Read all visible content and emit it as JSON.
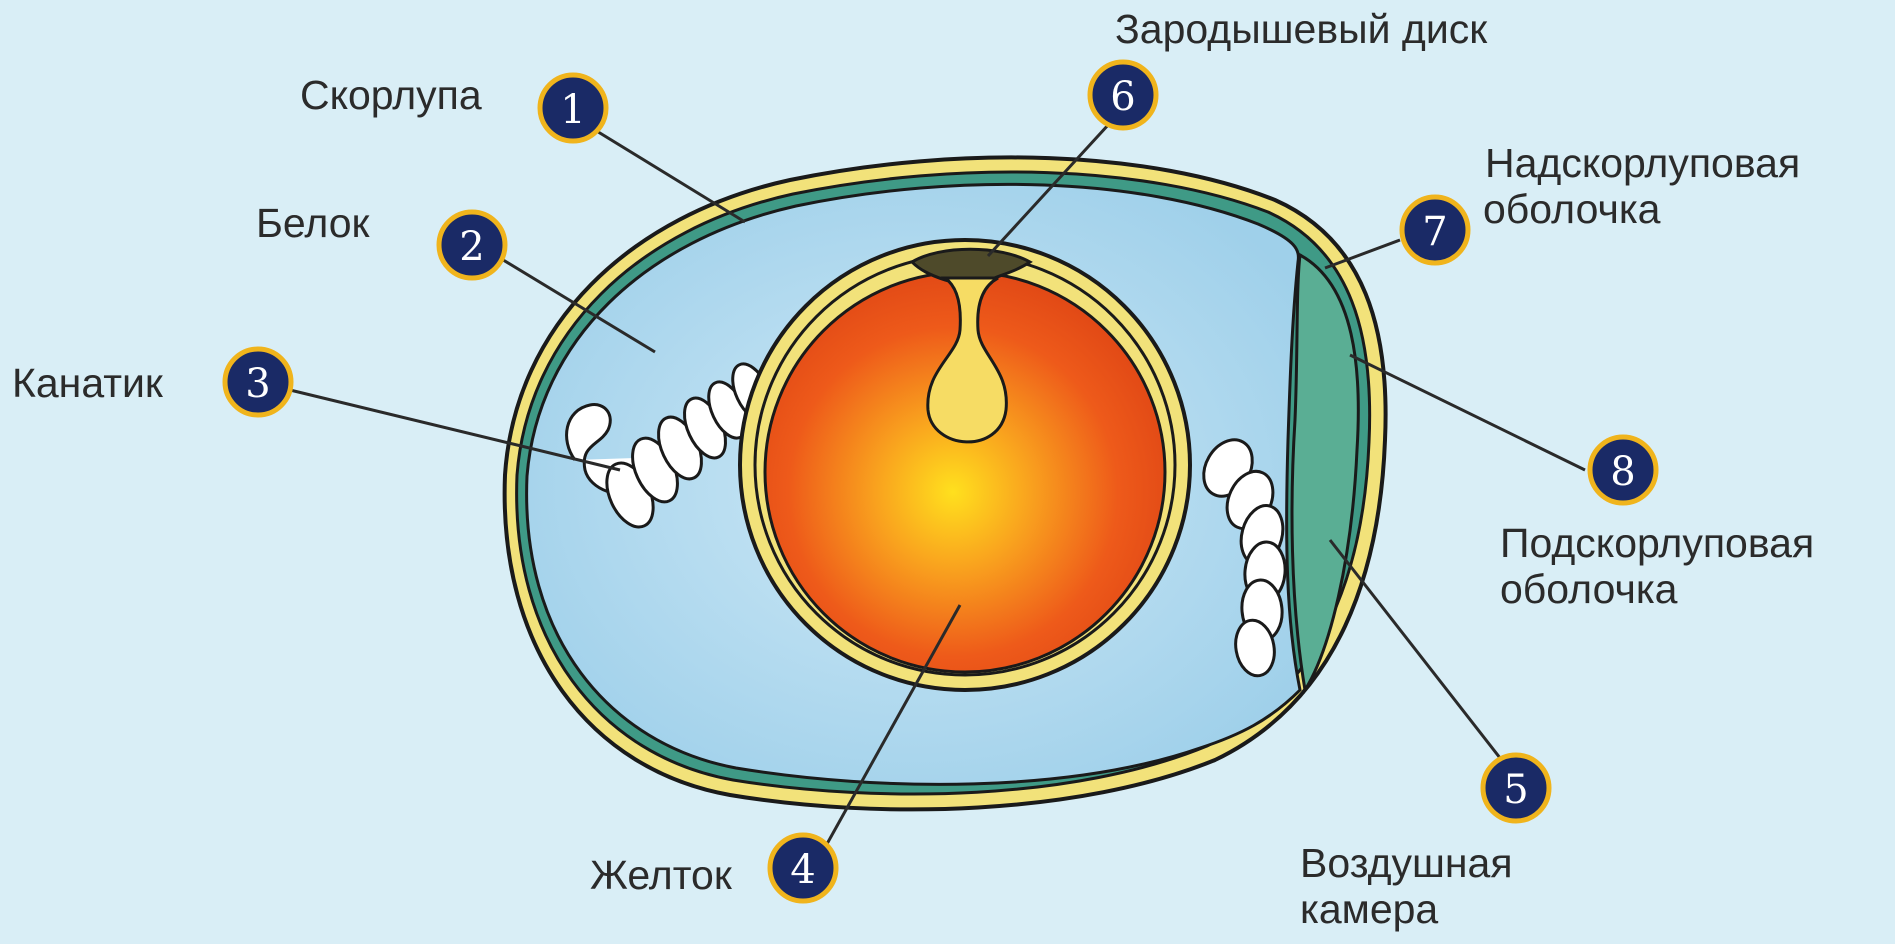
{
  "labels": {
    "shell": "Скорлупа",
    "albumen": "Белок",
    "chalaza": "Канатик",
    "yolk": "Желток",
    "germinal_disc": "Зародышевый диск",
    "outer_membrane_line1": "Надскорлуповая",
    "outer_membrane_line2": "оболочка",
    "inner_membrane_line1": "Подскорлуповая",
    "inner_membrane_line2": "оболочка",
    "air_cell_line1": "Воздушная",
    "air_cell_line2": "камера"
  },
  "markers": [
    "1",
    "2",
    "3",
    "4",
    "5",
    "6",
    "7",
    "8"
  ],
  "colors": {
    "background": "#d9eef6",
    "shell_yellow": "#f2e27a",
    "membrane_green": "#3f9a86",
    "albumen_blue": "#a9d6ee",
    "yolk_orange": "#ee5a1a",
    "yolk_center": "#ffd21c",
    "disc_olive": "#4e4a2a",
    "latebra_yellow": "#f6dc64",
    "marker_fill": "#1a2a66",
    "marker_ring": "#f0b41c"
  }
}
